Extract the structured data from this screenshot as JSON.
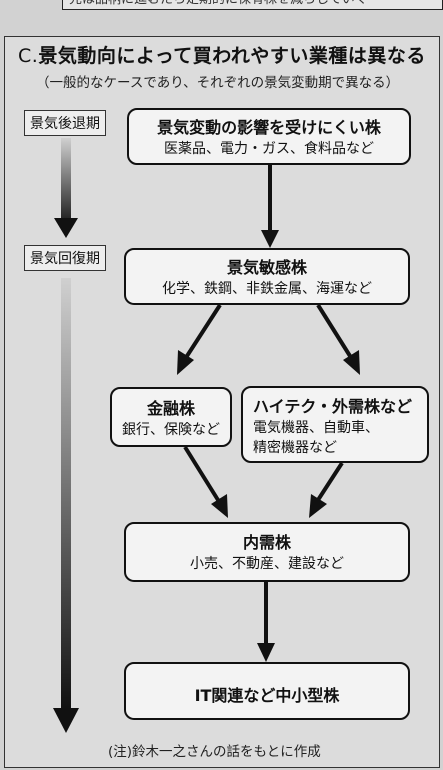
{
  "header_strip": "先は品柄に進むたら定期的に保有株を減らしていく",
  "title_prefix": "C.",
  "title": "景気動向によって買われやすい業種は異なる",
  "subtitle": "（一般的なケースであり、それぞれの景気変動期で異なる）",
  "phases": {
    "late": "景気後退期",
    "recovery": "景気回復期"
  },
  "boxes": {
    "defensive": {
      "heading": "景気変動の影響を受けにくい株",
      "examples": "医薬品、電力・ガス、食料品など"
    },
    "cyclical": {
      "heading": "景気敏感株",
      "examples": "化学、鉄鋼、非鉄金属、海運など"
    },
    "financial": {
      "heading": "金融株",
      "examples": "銀行、保険など"
    },
    "hightech": {
      "heading": "ハイテク・外需株など",
      "examples_line1": "電気機器、自動車、",
      "examples_line2": "精密機器など"
    },
    "domestic": {
      "heading": "内需株",
      "examples": "小売、不動産、建設など"
    },
    "it": {
      "heading": "IT関連など中小型株"
    }
  },
  "footnote": "(注)鈴木一之さんの話をもとに作成"
}
